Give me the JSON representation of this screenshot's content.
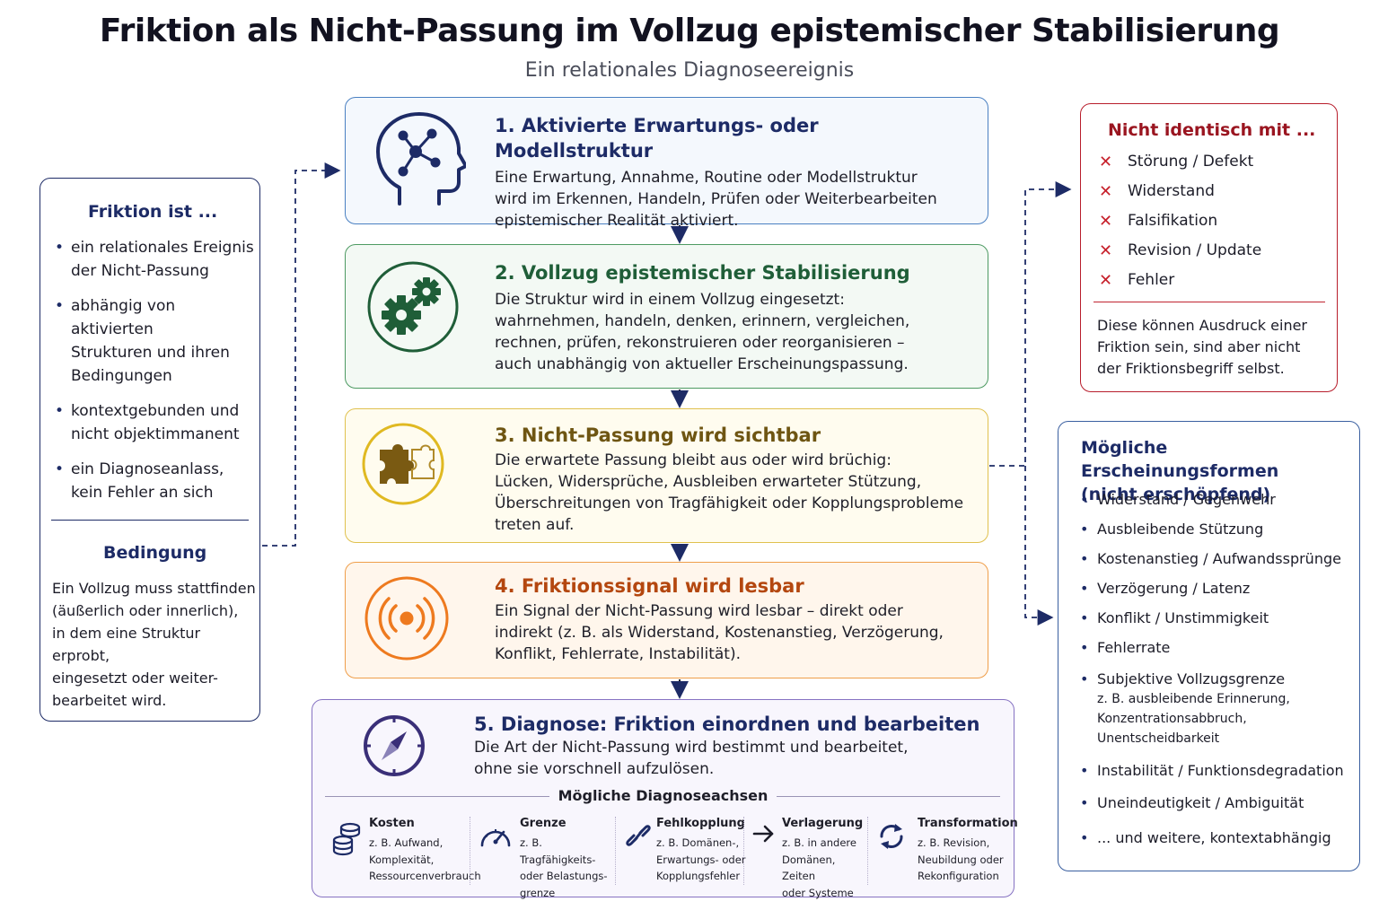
{
  "header": {
    "title": "Friktion als Nicht-Passung im Vollzug epistemischer Stabilisierung",
    "subtitle": "Ein relationales Diagnoseereignis"
  },
  "steps": [
    {
      "title": "1. Aktivierte Erwartungs- oder Modellstruktur",
      "lines": [
        "Eine Erwartung, Annahme, Routine oder Modellstruktur",
        "wird im Erkennen, Handeln, Prüfen oder Weiterbearbeiten",
        "epistemischer Realität aktiviert."
      ],
      "icon": "head-network-icon",
      "color": "#1d2b66"
    },
    {
      "title": "2. Vollzug epistemischer Stabilisierung",
      "lines": [
        "Die Struktur wird in einem Vollzug eingesetzt:",
        "wahrnehmen, handeln, denken, erinnern, vergleichen,",
        "rechnen, prüfen, rekonstruieren oder reorganisieren –",
        "auch unabhängig von aktueller Erscheinungspassung."
      ],
      "icon": "gears-icon",
      "color": "#1f5e38"
    },
    {
      "title": "3. Nicht-Passung wird sichtbar",
      "lines": [
        "Die erwartete Passung bleibt aus oder wird brüchig:",
        "Lücken, Widersprüche, Ausbleiben erwarteter Stützung,",
        "Überschreitungen von Tragfähigkeit oder Kopplungsprobleme",
        "treten auf."
      ],
      "icon": "puzzle-icon",
      "color": "#7a5a12"
    },
    {
      "title": "4. Friktionssignal wird lesbar",
      "lines": [
        "Ein Signal der Nicht-Passung wird lesbar – direkt oder",
        "indirekt (z. B. als Widerstand, Kostenanstieg, Verzögerung,",
        "Konflikt, Fehlerrate, Instabilität)."
      ],
      "icon": "signal-icon",
      "color": "#ee7a1f"
    },
    {
      "title": "5. Diagnose: Friktion einordnen und bearbeiten",
      "lines": [
        "Die Art der Nicht-Passung wird bestimmt und bearbeitet,",
        "ohne sie vorschnell aufzulösen."
      ],
      "icon": "compass-icon",
      "color": "#3a2f78"
    }
  ],
  "diagnosis": {
    "axes_title": "Mögliche Diagnoseachsen",
    "axes": [
      {
        "title": "Kosten",
        "lines": [
          "z. B. Aufwand,",
          "Komplexität,",
          "Ressourcenverbrauch"
        ],
        "icon": "coins-icon"
      },
      {
        "title": "Grenze",
        "lines": [
          "z. B. Tragfähigkeits-",
          "oder Belastungs-",
          "grenze"
        ],
        "icon": "gauge-icon"
      },
      {
        "title": "Fehlkopplung",
        "lines": [
          "z. B. Domänen-,",
          "Erwartungs- oder",
          "Kopplungsfehler"
        ],
        "icon": "link-icon"
      },
      {
        "title": "Verlagerung",
        "lines": [
          "z. B. in andere",
          "Domänen, Zeiten",
          "oder Systeme"
        ],
        "icon": "arrow-right-icon"
      },
      {
        "title": "Transformation",
        "lines": [
          "z. B. Revision,",
          "Neubildung oder",
          "Rekonfiguration"
        ],
        "icon": "cycle-icon"
      }
    ]
  },
  "left_panel": {
    "heading": "Friktion ist ...",
    "items": [
      [
        "ein relationales Ereignis",
        "der Nicht-Passung"
      ],
      [
        "abhängig von aktivierten",
        "Strukturen und ihren",
        "Bedingungen"
      ],
      [
        "kontextgebunden und",
        "nicht objektimmanent"
      ],
      [
        "ein Diagnoseanlass,",
        "kein Fehler an sich"
      ]
    ],
    "condition_heading": "Bedingung",
    "condition_lines": [
      "Ein Vollzug muss stattfinden",
      "(äußerlich oder innerlich),",
      "in dem eine Struktur erprobt,",
      "eingesetzt oder weiter-",
      "bearbeitet wird."
    ]
  },
  "not_identical": {
    "heading": "Nicht identisch mit ...",
    "items": [
      "Störung / Defekt",
      "Widerstand",
      "Falsifikation",
      "Revision / Update",
      "Fehler"
    ],
    "mark": "✕",
    "note_lines": [
      "Diese können Ausdruck einer",
      "Friktion sein, sind aber nicht",
      "der Friktionsbegriff selbst."
    ]
  },
  "forms": {
    "heading_lines": [
      "Mögliche Erscheinungsformen",
      "(nicht erschöpfend)"
    ],
    "items": [
      {
        "text": "Widerstand / Gegenwehr"
      },
      {
        "text": "Ausbleibende Stützung"
      },
      {
        "text": "Kostenanstieg / Aufwandssprünge"
      },
      {
        "text": "Verzögerung / Latenz"
      },
      {
        "text": "Konflikt / Unstimmigkeit"
      },
      {
        "text": "Fehlerrate"
      },
      {
        "text": "Subjektive Vollzugsgrenze",
        "sub": [
          "z. B. ausbleibende Erinnerung,",
          "Konzentrationsabbruch,",
          "Unentscheidbarkeit"
        ]
      },
      {
        "text": "Instabilität / Funktionsdegradation"
      },
      {
        "text": "Uneindeutigkeit / Ambiguität"
      },
      {
        "text": "... und weitere, kontextabhängig"
      }
    ]
  },
  "colors": {
    "navy": "#1d2b66",
    "red": "#b81e2c",
    "connector": "#1d2b66"
  }
}
